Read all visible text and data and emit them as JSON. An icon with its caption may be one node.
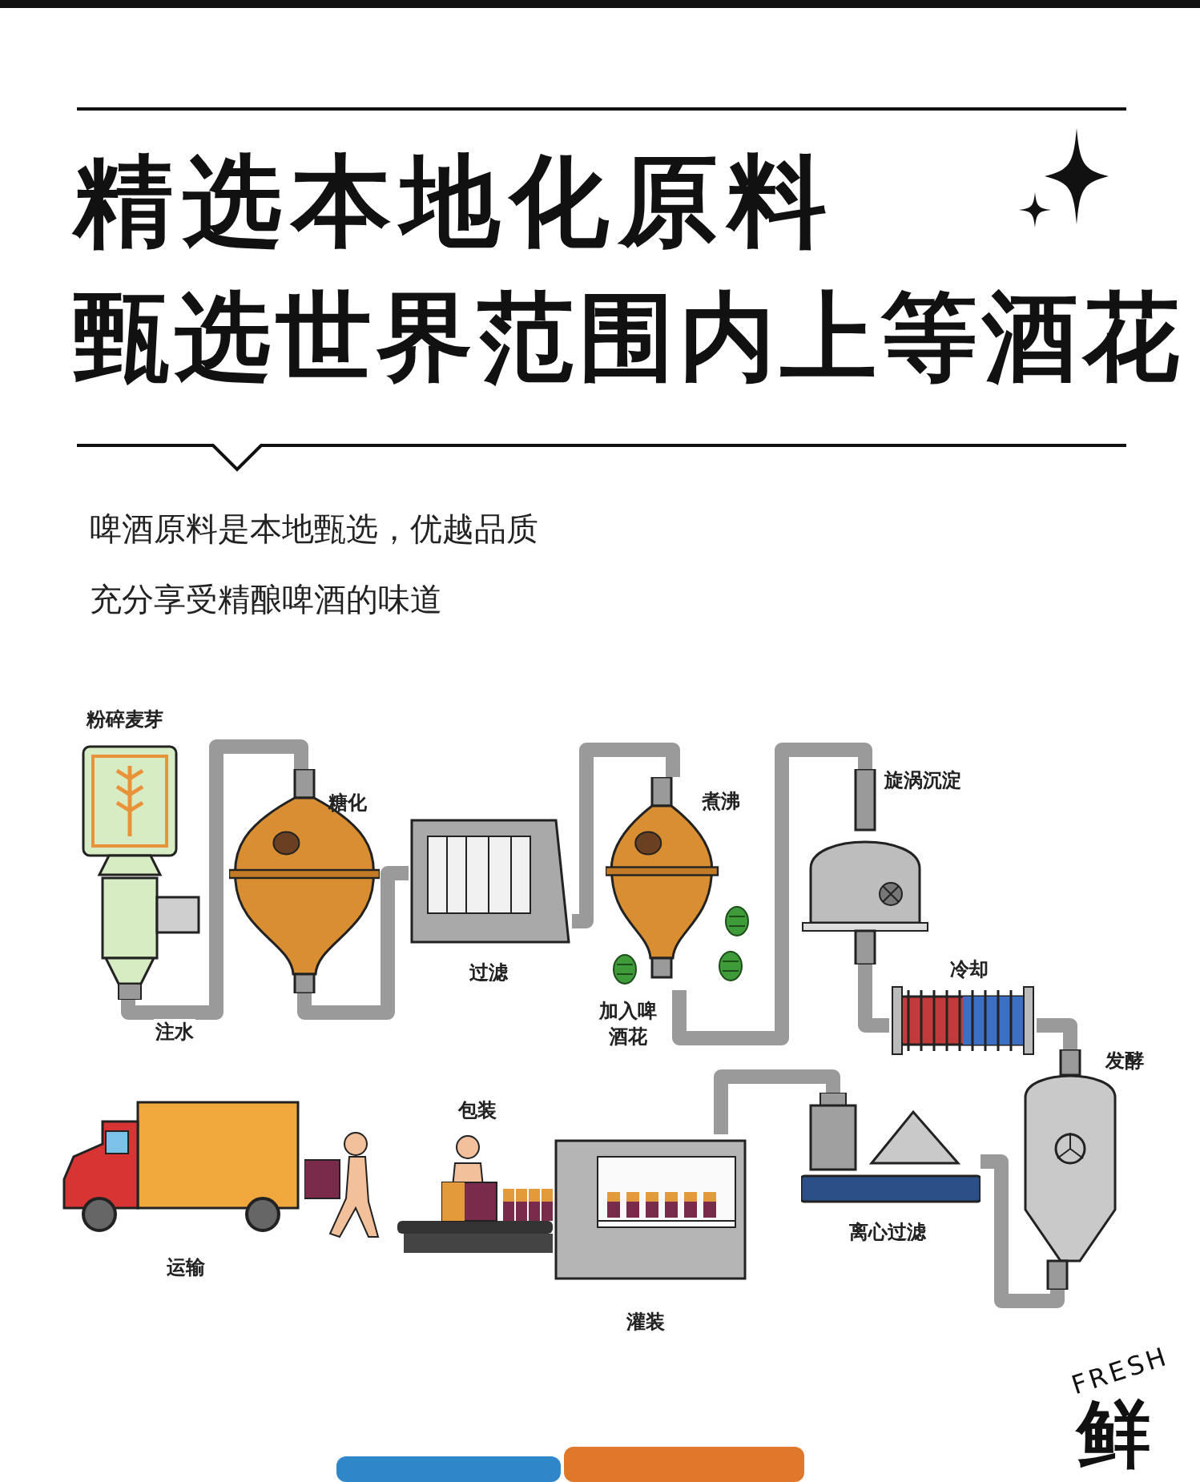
{
  "diagram": {
    "title": "精选本地化原料",
    "nodes": [
      {
        "text": [
          "粉碎麦芽"
        ]
      },
      {
        "text": [
          "糖化"
        ]
      },
      {
        "text": [
          "过滤"
        ]
      },
      {
        "text": [
          "煮沸"
        ],
        "beside": [
          "加入啤酒花"
        ]
      },
      {
        "text": [
          "旋涡沉淀"
        ]
      },
      {
        "text": [
          "冷却"
        ]
      },
      {
        "text": [
          "发酵"
        ]
      },
      {
        "text": [
          "离心过滤"
        ]
      },
      {
        "text": [
          "灌装"
        ]
      },
      {
        "text": [
          "包装"
        ]
      },
      {
        "text": [
          "运输"
        ]
      },
      {
        "text": [],
        "shape": "person"
      }
    ],
    "edges": [
      {
        "from": 0,
        "to": 1,
        "arrow": "none",
        "label": "注水"
      },
      {
        "from": 1,
        "to": 2,
        "arrow": "none"
      },
      {
        "from": 2,
        "to": 3,
        "arrow": "none"
      },
      {
        "from": 3,
        "to": 4,
        "arrow": "none"
      },
      {
        "from": 4,
        "to": 5,
        "arrow": "none"
      },
      {
        "from": 5,
        "to": 6,
        "arrow": "none"
      },
      {
        "from": 6,
        "to": 7,
        "arrow": "none"
      },
      {
        "from": 7,
        "to": 8,
        "arrow": "none"
      }
    ],
    "labels": [
      "甄选世界范围内上等酒花",
      "啤酒原料是本地甄选，优越品质",
      "充分享受精酿啤酒的味道",
      "FRESH",
      "鲜"
    ]
  }
}
